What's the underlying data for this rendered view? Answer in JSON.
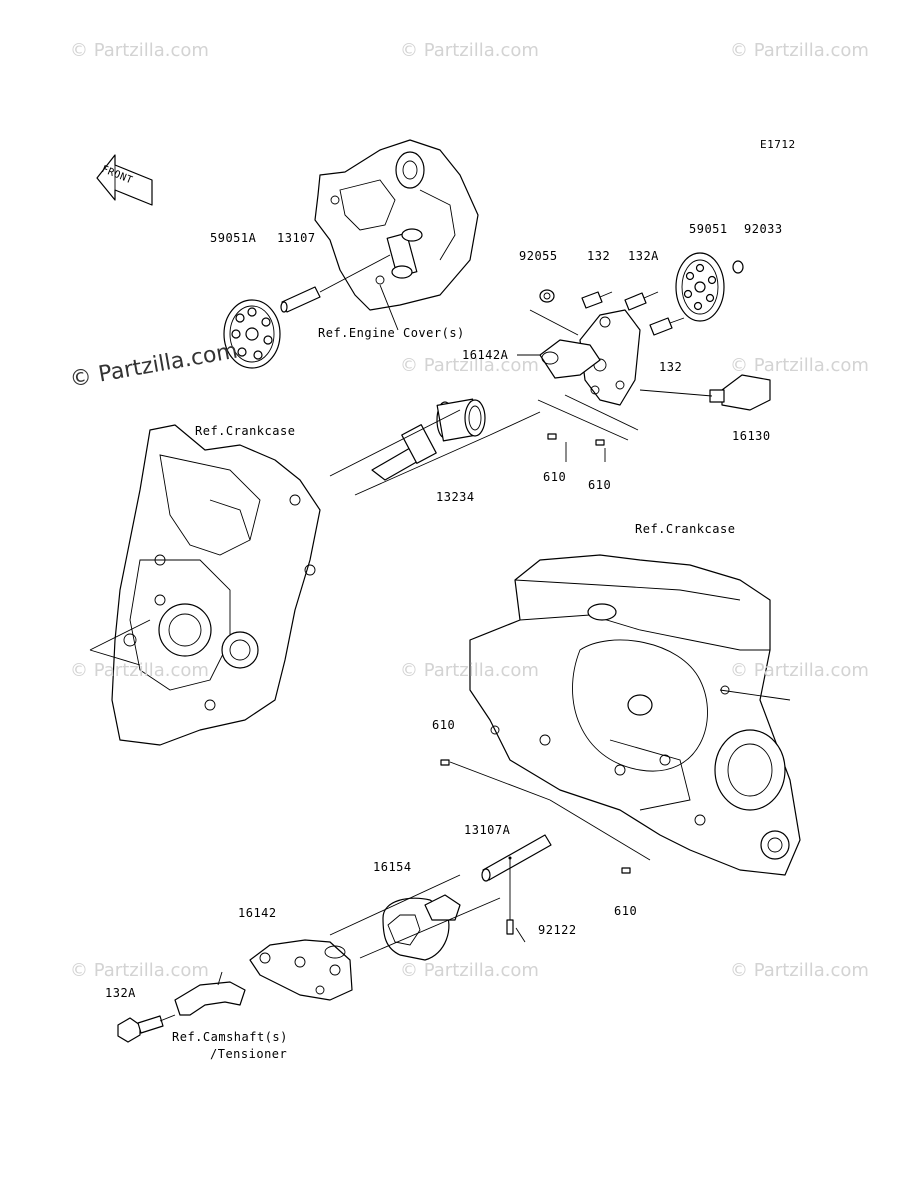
{
  "diagram_code": "E1712",
  "front_label": "FRONT",
  "watermarks": {
    "text": "© Partzilla.com",
    "prominent": "© Partzilla.com"
  },
  "labels": {
    "p59051A": "59051A",
    "p13107": "13107",
    "ref_engine_cover": "Ref.Engine Cover(s)",
    "p92055": "92055",
    "p132_top": "132",
    "p132A_top": "132A",
    "p59051": "59051",
    "p92033": "92033",
    "p16142A": "16142A",
    "p132_right": "132",
    "p16130": "16130",
    "ref_crankcase_left": "Ref.Crankcase",
    "p610_a": "610",
    "p610_b": "610",
    "p13234": "13234",
    "ref_crankcase_right": "Ref.Crankcase",
    "p610_c": "610",
    "p13107A": "13107A",
    "p16154": "16154",
    "p16142": "16142",
    "p92122": "92122",
    "p610_d": "610",
    "p132A_bottom": "132A",
    "ref_camshaft": "Ref.Camshaft(s)",
    "ref_tensioner": "/Tensioner"
  }
}
